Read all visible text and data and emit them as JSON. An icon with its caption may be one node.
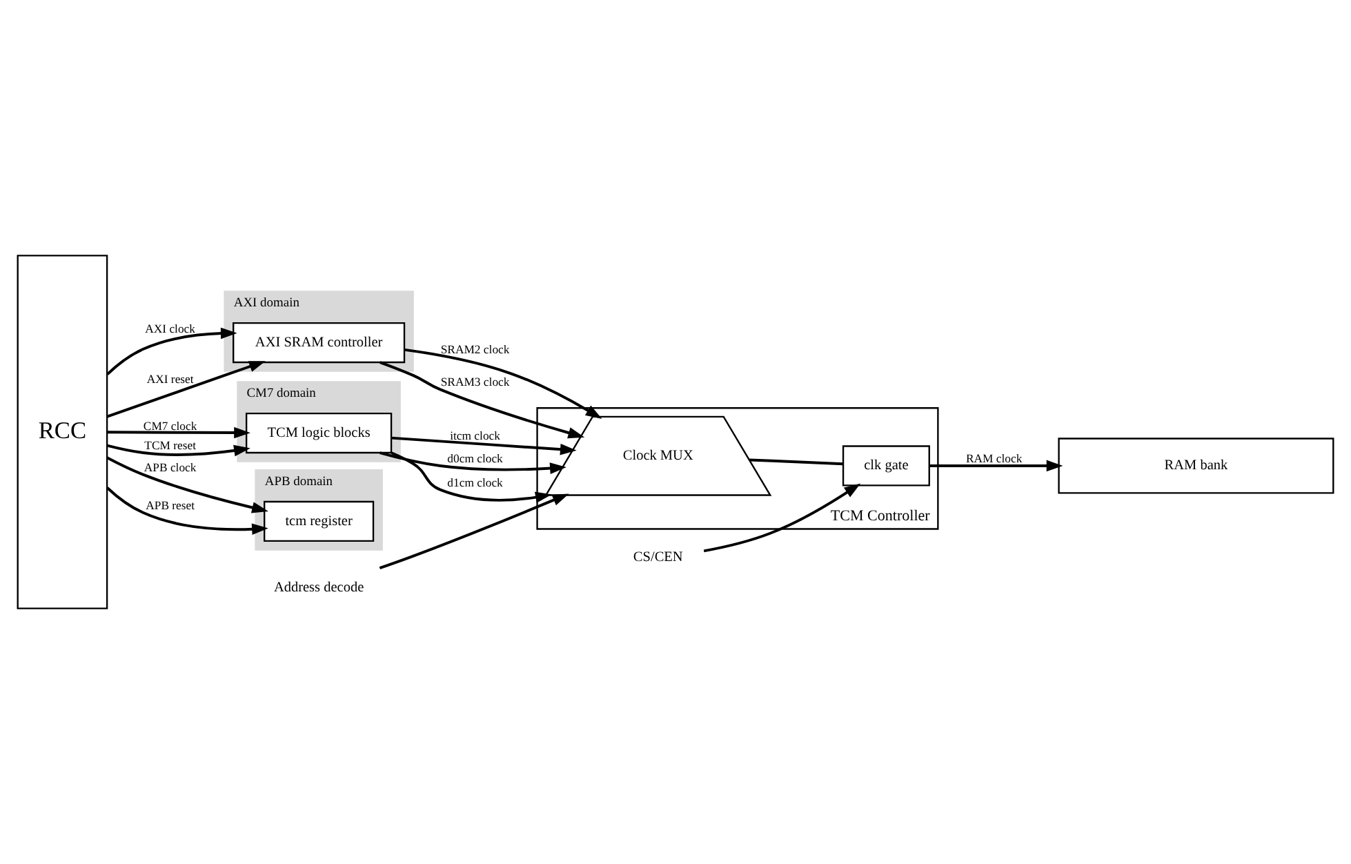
{
  "diagram": {
    "nodes": [
      {
        "text": [
          "RCC"
        ]
      },
      {
        "text": [
          "TCM Controller"
        ]
      },
      {
        "text": [
          "AXI domain"
        ]
      },
      {
        "text": [
          "AXI SRAM controller"
        ],
        "in": 2
      },
      {
        "text": [
          "CM7 domain"
        ]
      },
      {
        "text": [
          "TCM logic blocks"
        ],
        "in": 4
      },
      {
        "text": [
          "Address decode"
        ]
      },
      {
        "text": [
          "Clock MUX"
        ],
        "in": 1
      },
      {
        "text": [
          "clk gate"
        ],
        "in": 1
      },
      {
        "text": [
          "CS/CEN"
        ]
      },
      {
        "text": [
          "APB domain"
        ]
      },
      {
        "text": [
          "tcm register"
        ],
        "in": 10
      },
      {
        "text": [
          "RAM bank"
        ]
      }
    ],
    "edges": [
      {
        "from": 0,
        "to": 3,
        "arrow": "to",
        "label": "AXI clock"
      },
      {
        "from": 0,
        "to": 3,
        "arrow": "to",
        "label": "AXI reset"
      },
      {
        "from": 0,
        "to": 5,
        "arrow": "to",
        "label": "CM7 clock"
      },
      {
        "from": 0,
        "to": 5,
        "arrow": "to",
        "label": "TCM reset"
      },
      {
        "from": 5,
        "to": 7,
        "arrow": "to",
        "label": "itcm clock"
      },
      {
        "from": 5,
        "to": 7,
        "arrow": "to",
        "label": "d0cm clock"
      },
      {
        "from": 5,
        "to": 7,
        "arrow": "to",
        "label": "d1cm clock"
      },
      {
        "from": 3,
        "to": 7,
        "arrow": "to",
        "label": "SRAM2 clock"
      },
      {
        "from": 3,
        "to": 7,
        "arrow": "to",
        "label": "SRAM3 clock"
      },
      {
        "from": 6,
        "to": 7,
        "arrow": "to"
      },
      {
        "from": 7,
        "to": 8,
        "arrow": "none"
      },
      {
        "from": 9,
        "to": 8,
        "arrow": "to"
      },
      {
        "from": 8,
        "to": 12,
        "arrow": "to",
        "label": "RAM clock"
      },
      {
        "from": 0,
        "to": 11,
        "arrow": "to",
        "label": "APB clock"
      },
      {
        "from": 0,
        "to": 11,
        "arrow": "to",
        "label": "APB reset"
      }
    ]
  }
}
